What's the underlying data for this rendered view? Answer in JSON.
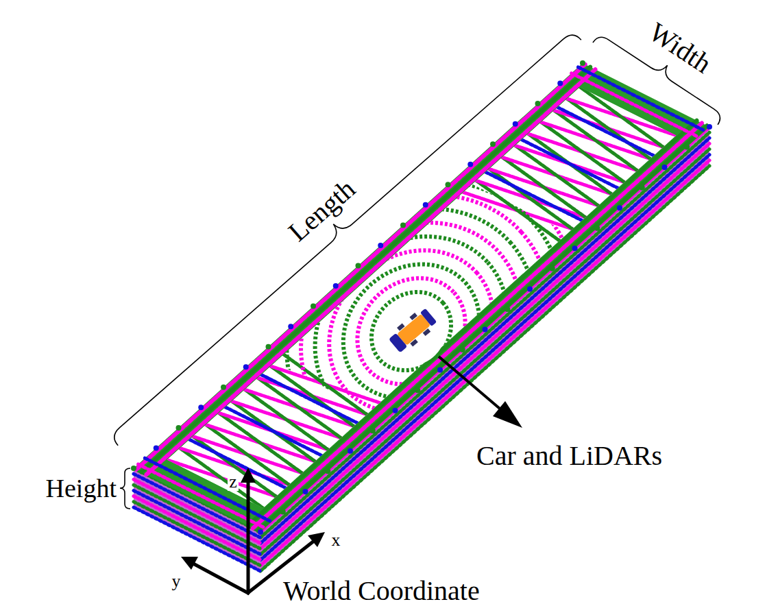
{
  "diagram": {
    "labels": [
      "Length",
      "Width",
      "Height",
      "Car and LiDARs",
      "z",
      "x",
      "y",
      "World Coordinate"
    ]
  }
}
